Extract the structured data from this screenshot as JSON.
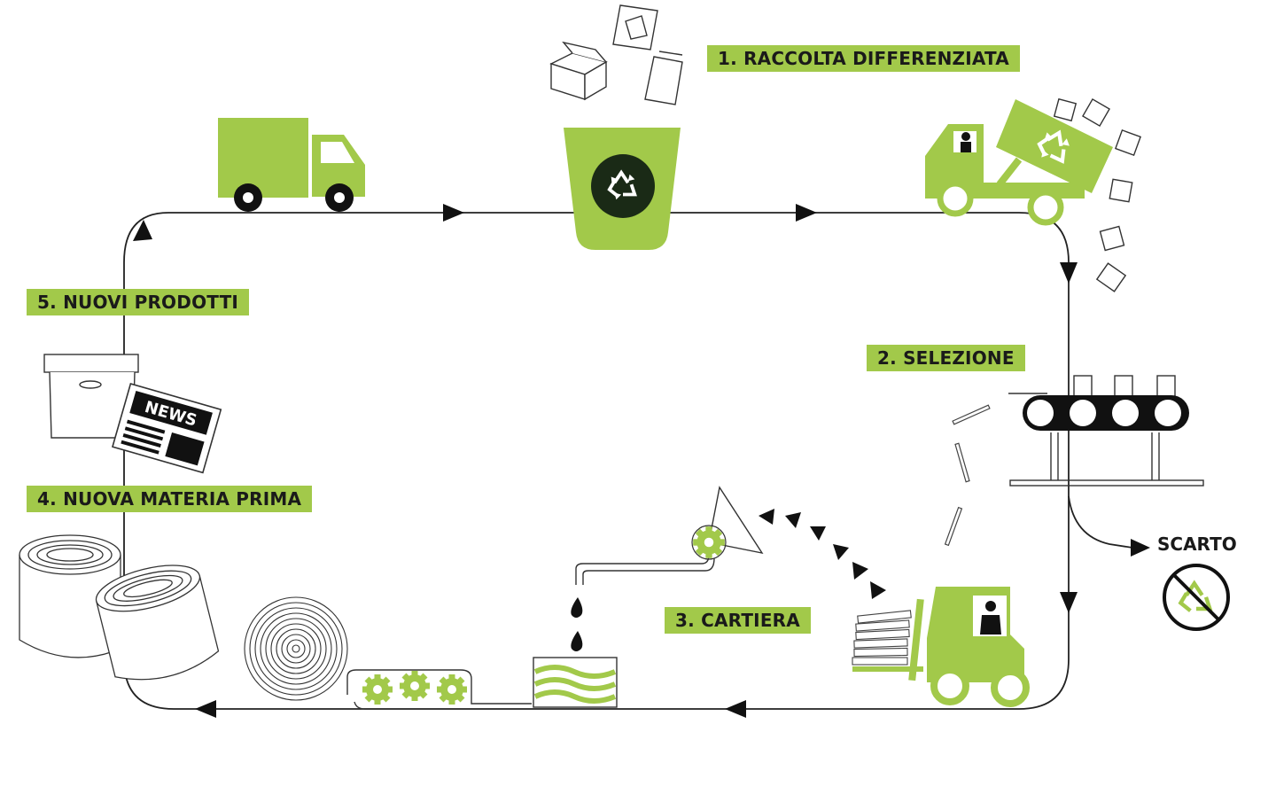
{
  "steps": [
    {
      "number": 1,
      "label": "1. RACCOLTA DIFFERENZIATA"
    },
    {
      "number": 2,
      "label": "2. SELEZIONE"
    },
    {
      "number": 3,
      "label": "3. CARTIERA"
    },
    {
      "number": 4,
      "label": "4. NUOVA MATERIA PRIMA"
    },
    {
      "number": 5,
      "label": "5. NUOVI PRODOTTI"
    }
  ],
  "waste": {
    "label": "SCARTO"
  },
  "newspaper": {
    "text": "NEWS"
  },
  "colors": {
    "accent": "#a2c94a",
    "ink": "#1a1a1a",
    "bin_dark": "#1a2a16",
    "line": "#222222"
  },
  "icons": [
    "delivery-truck-icon",
    "recycling-bin-icon",
    "garbage-truck-icon",
    "conveyor-belt-icon",
    "forklift-icon",
    "funnel-gear-icon",
    "pulp-vat-icon",
    "paper-roll-icon",
    "gear-icon",
    "storage-box-icon",
    "newspaper-icon",
    "no-recycle-icon",
    "recycle-icon"
  ]
}
